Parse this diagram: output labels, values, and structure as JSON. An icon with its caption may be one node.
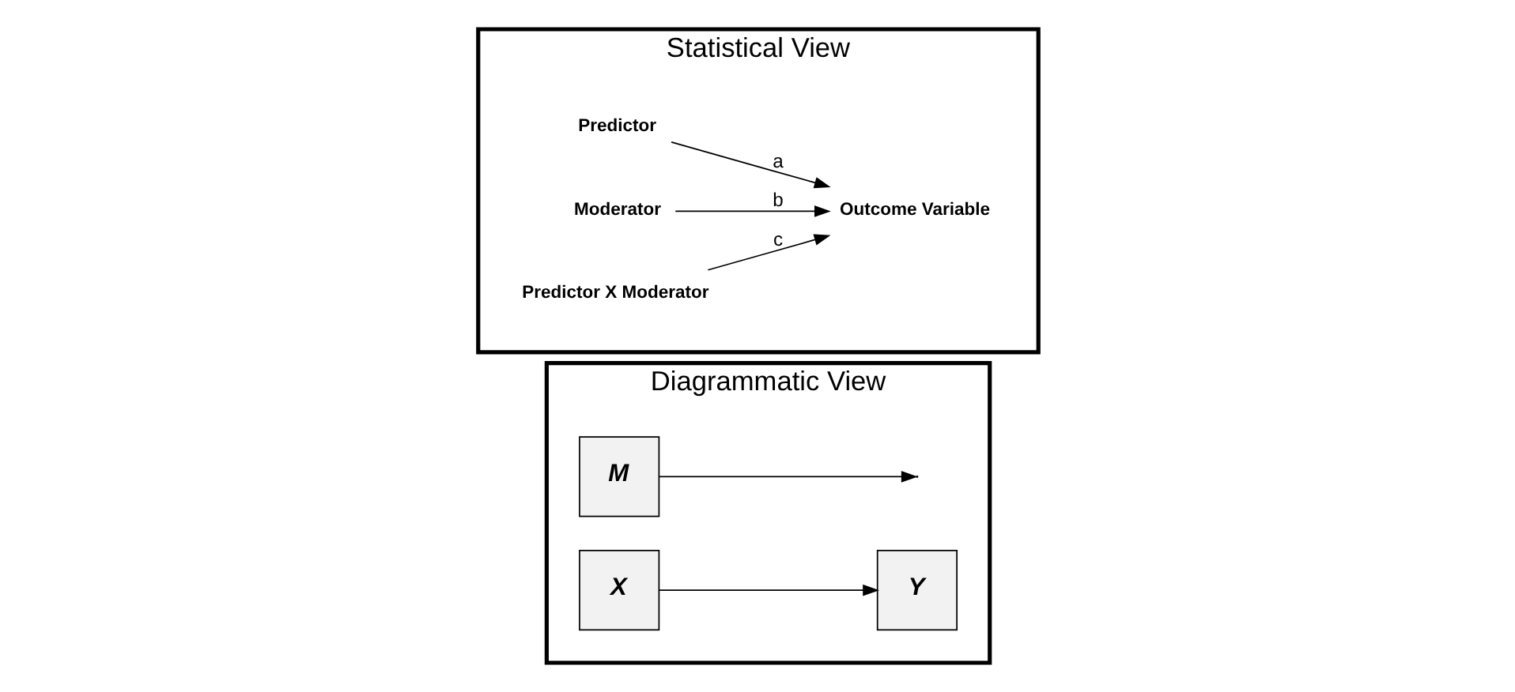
{
  "diagram": {
    "nodes": [
      {
        "text": [
          "Diagrammatic View"
        ]
      },
      {
        "text": [
          "M"
        ],
        "in": 0
      },
      {
        "text": [
          "X"
        ],
        "in": 0
      },
      {
        "text": [
          "Y"
        ],
        "in": 0
      },
      {
        "text": [
          "Statistical View"
        ]
      },
      {
        "text": [
          "Predictor"
        ],
        "in": 4
      },
      {
        "text": [
          "Moderator"
        ],
        "in": 4
      },
      {
        "text": [
          "Predictor X Moderator"
        ],
        "in": 4
      },
      {
        "text": [
          "Outcome Variable"
        ],
        "in": 4
      }
    ],
    "edges": [
      {
        "from": 2,
        "to": 3,
        "arrow": "to"
      },
      {
        "from": 1,
        "to": null,
        "arrow": "to"
      },
      {
        "from": 5,
        "to": 8,
        "label": "a",
        "arrow": "to"
      },
      {
        "from": 6,
        "to": 8,
        "label": "b",
        "arrow": "to"
      },
      {
        "from": 7,
        "to": 8,
        "label": "c",
        "arrow": "to"
      }
    ]
  }
}
